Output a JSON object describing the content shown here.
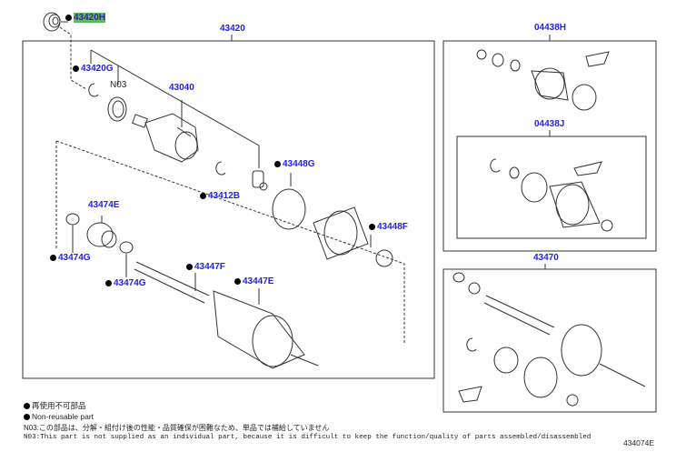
{
  "labels": {
    "p43420H": "43420H",
    "p43420": "43420",
    "p43420G": "43420G",
    "n03": "N03",
    "p43040": "43040",
    "p43448G": "43448G",
    "p43412B": "43412B",
    "p43474E": "43474E",
    "p43448F": "43448F",
    "p43474G_a": "43474G",
    "p43447F": "43447F",
    "p43447E": "43447E",
    "p43474G_b": "43474G",
    "p04438H": "04438H",
    "p04438J": "04438J",
    "p43470": "43470"
  },
  "legend": {
    "jp": "再使用不可部品",
    "en": "Non-reusable part",
    "note_jp": "N03:この部品は、分解・組付け後の性能・品質確保が困難なため、単品では補給していません",
    "note_en": "N03:This part is not supplied as an individual part, because it is difficult to keep the function/quality of parts assembled/disassembled"
  },
  "diagram_id": "434074E",
  "colors": {
    "link": "#2222ee",
    "highlight": "#5fb85f"
  }
}
